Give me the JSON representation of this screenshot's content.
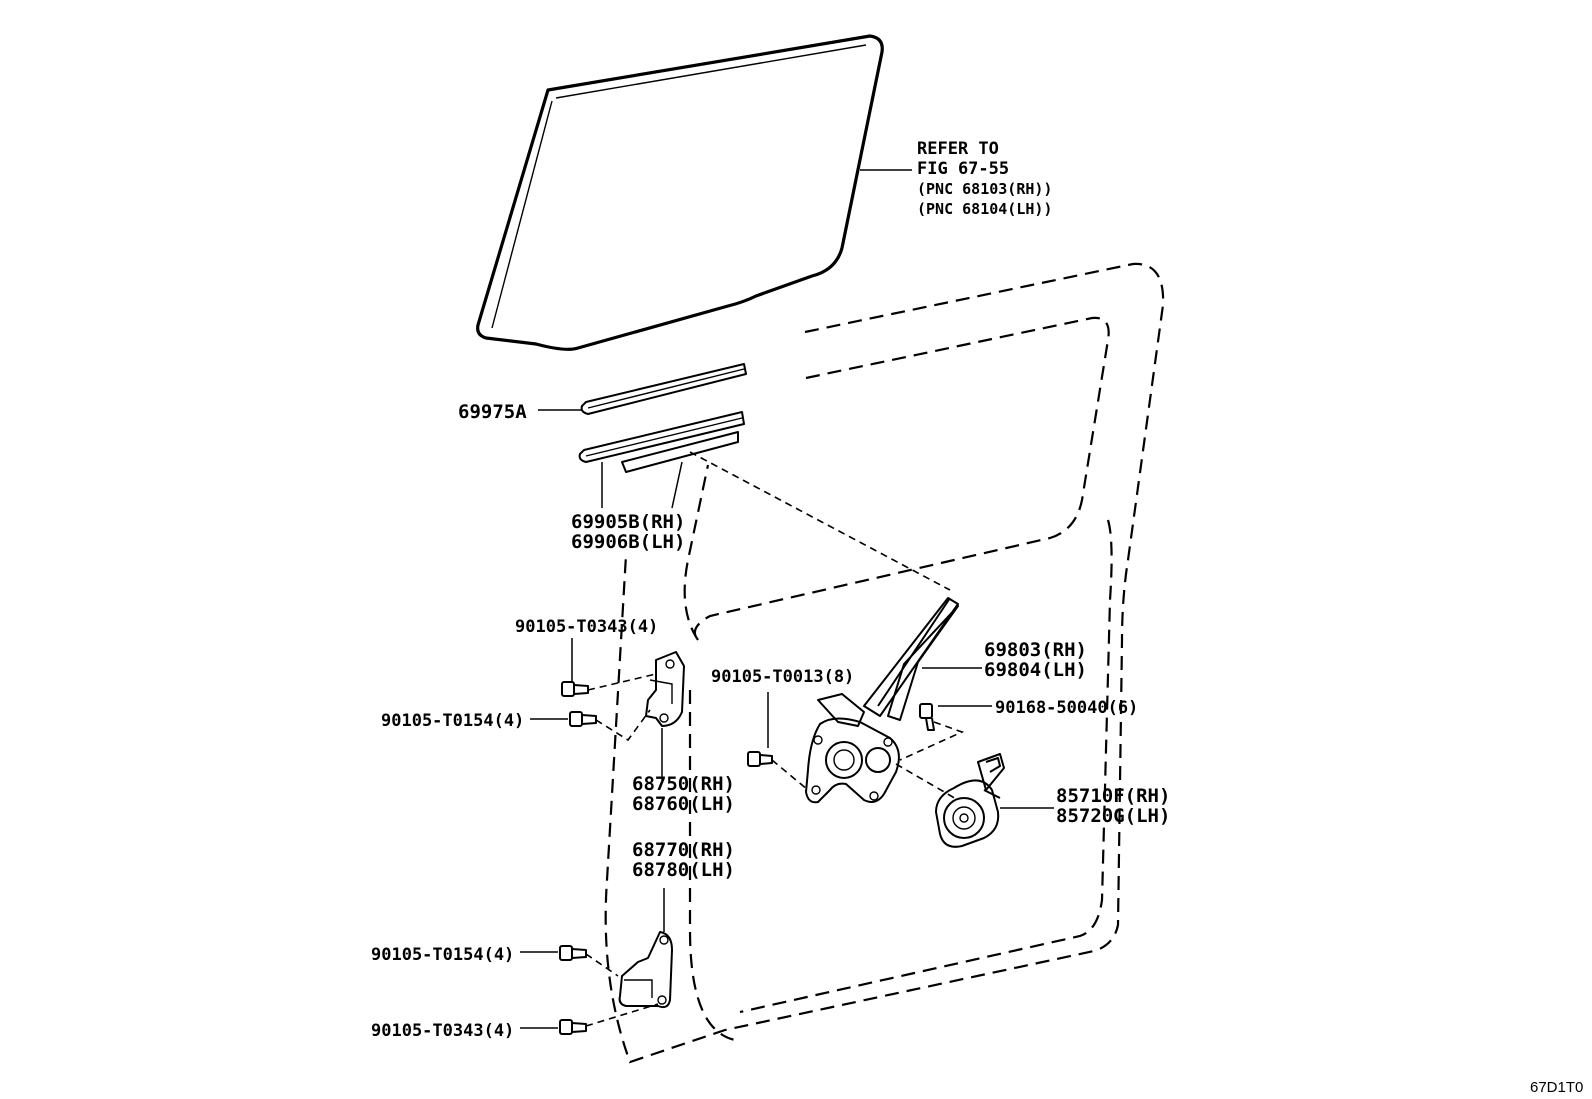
{
  "reference": {
    "line1": "REFER TO",
    "line2": "FIG 67-55",
    "line3": "(PNC 68103(RH))",
    "line4": "(PNC 68104(LH))"
  },
  "labels": {
    "p69975A": "69975A",
    "p69905B": "69905B(RH)",
    "p69906B": "69906B(LH)",
    "b_t0343_top": "90105-T0343(4)",
    "b_t0154_top": "90105-T0154(4)",
    "p68750": "68750(RH)",
    "p68760": "68760(LH)",
    "p68770": "68770(RH)",
    "p68780": "68780(LH)",
    "b_t0154_bot": "90105-T0154(4)",
    "b_t0343_bot": "90105-T0343(4)",
    "b_t0013": "90105-T0013(8)",
    "p69803": "69803(RH)",
    "p69804": "69804(LH)",
    "b_50040": "90168-50040(6)",
    "p85710F": "85710F(RH)",
    "p85720G": "85720G(LH)"
  },
  "figure_code": "67D1T0",
  "colors": {
    "ink": "#000000",
    "paper": "#ffffff"
  }
}
